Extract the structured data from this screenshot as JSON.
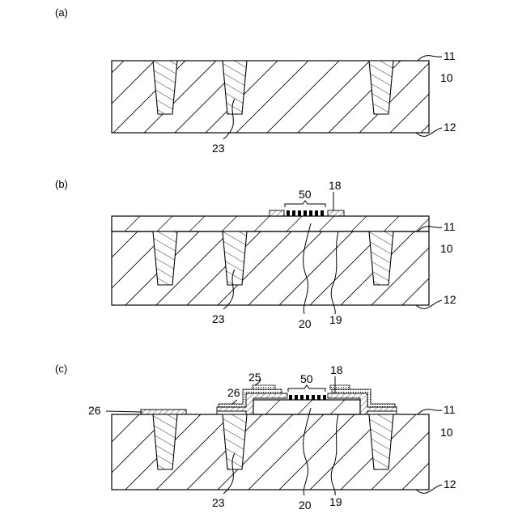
{
  "panels": [
    {
      "id": "a",
      "label": "(a)"
    },
    {
      "id": "b",
      "label": "(b)"
    },
    {
      "id": "c",
      "label": "(c)"
    }
  ],
  "labels": {
    "n10": "10",
    "n11": "11",
    "n12": "12",
    "n18": "18",
    "n19": "19",
    "n20": "20",
    "n23": "23",
    "n25": "25",
    "n26": "26",
    "n50": "50"
  }
}
